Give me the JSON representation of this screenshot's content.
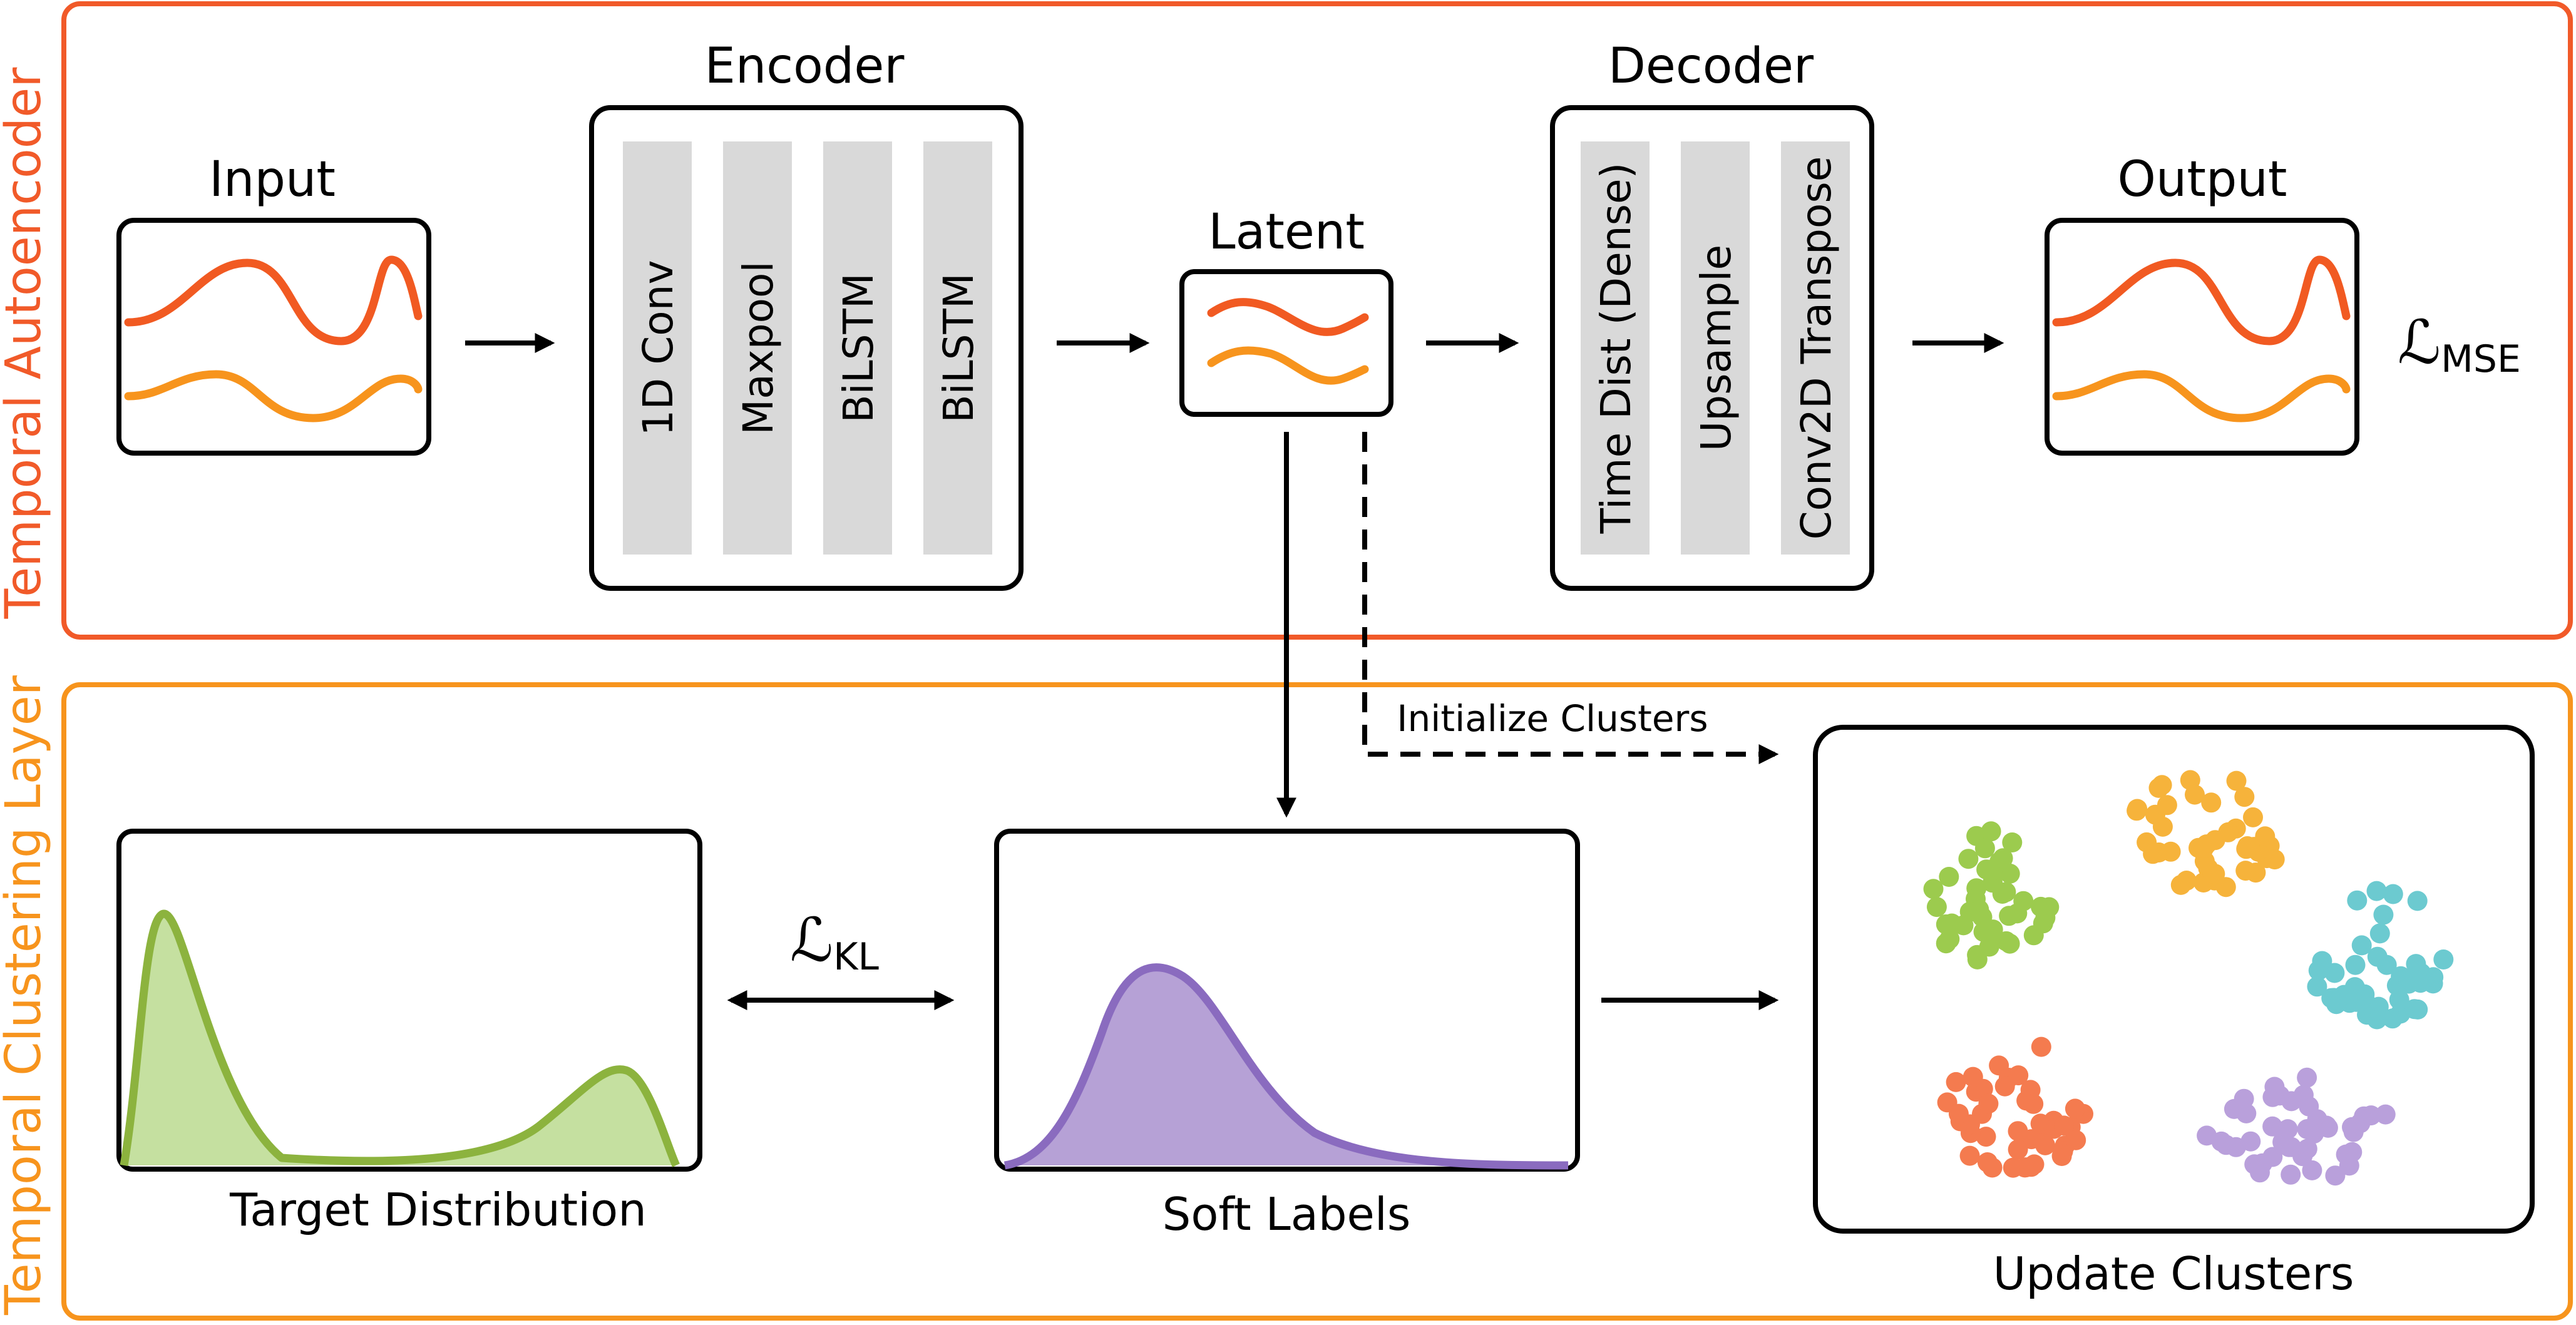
{
  "sections": {
    "autoencoder": {
      "label": "Temporal Autoencoder"
    },
    "clustering": {
      "label": "Temporal Clustering Layer"
    }
  },
  "input": {
    "label": "Input"
  },
  "encoder": {
    "label": "Encoder",
    "layers": [
      "1D Conv",
      "Maxpool",
      "BiLSTM",
      "BiLSTM"
    ]
  },
  "latent": {
    "label": "Latent"
  },
  "decoder": {
    "label": "Decoder",
    "layers": [
      "Time Dist (Dense)",
      "Upsample",
      "Conv2D Transpose"
    ]
  },
  "output": {
    "label": "Output"
  },
  "loss_mse": {
    "symbol": "ℒ",
    "subscript": "MSE"
  },
  "loss_kl": {
    "symbol": "ℒ",
    "subscript": "KL"
  },
  "initialize": {
    "label": "Initialize Clusters"
  },
  "target": {
    "label": "Target Distribution"
  },
  "soft_labels": {
    "label": "Soft Labels"
  },
  "update": {
    "label": "Update Clusters"
  },
  "colors": {
    "autoencoder_border": "#f15a29",
    "clustering_border": "#f7941d",
    "wave_red": "#f15a22",
    "wave_orange": "#f7941d",
    "layer_fill": "#d9d9d9",
    "target_fill": "#c5e0a0",
    "target_stroke": "#8cb33e",
    "soft_fill": "#b6a1d6",
    "soft_stroke": "#8a6bbf",
    "cluster_green": "#9ccb4e",
    "cluster_yellow": "#f6b33b",
    "cluster_teal": "#6ccad0",
    "cluster_red": "#f47b4f",
    "cluster_purple": "#b9a0db"
  }
}
